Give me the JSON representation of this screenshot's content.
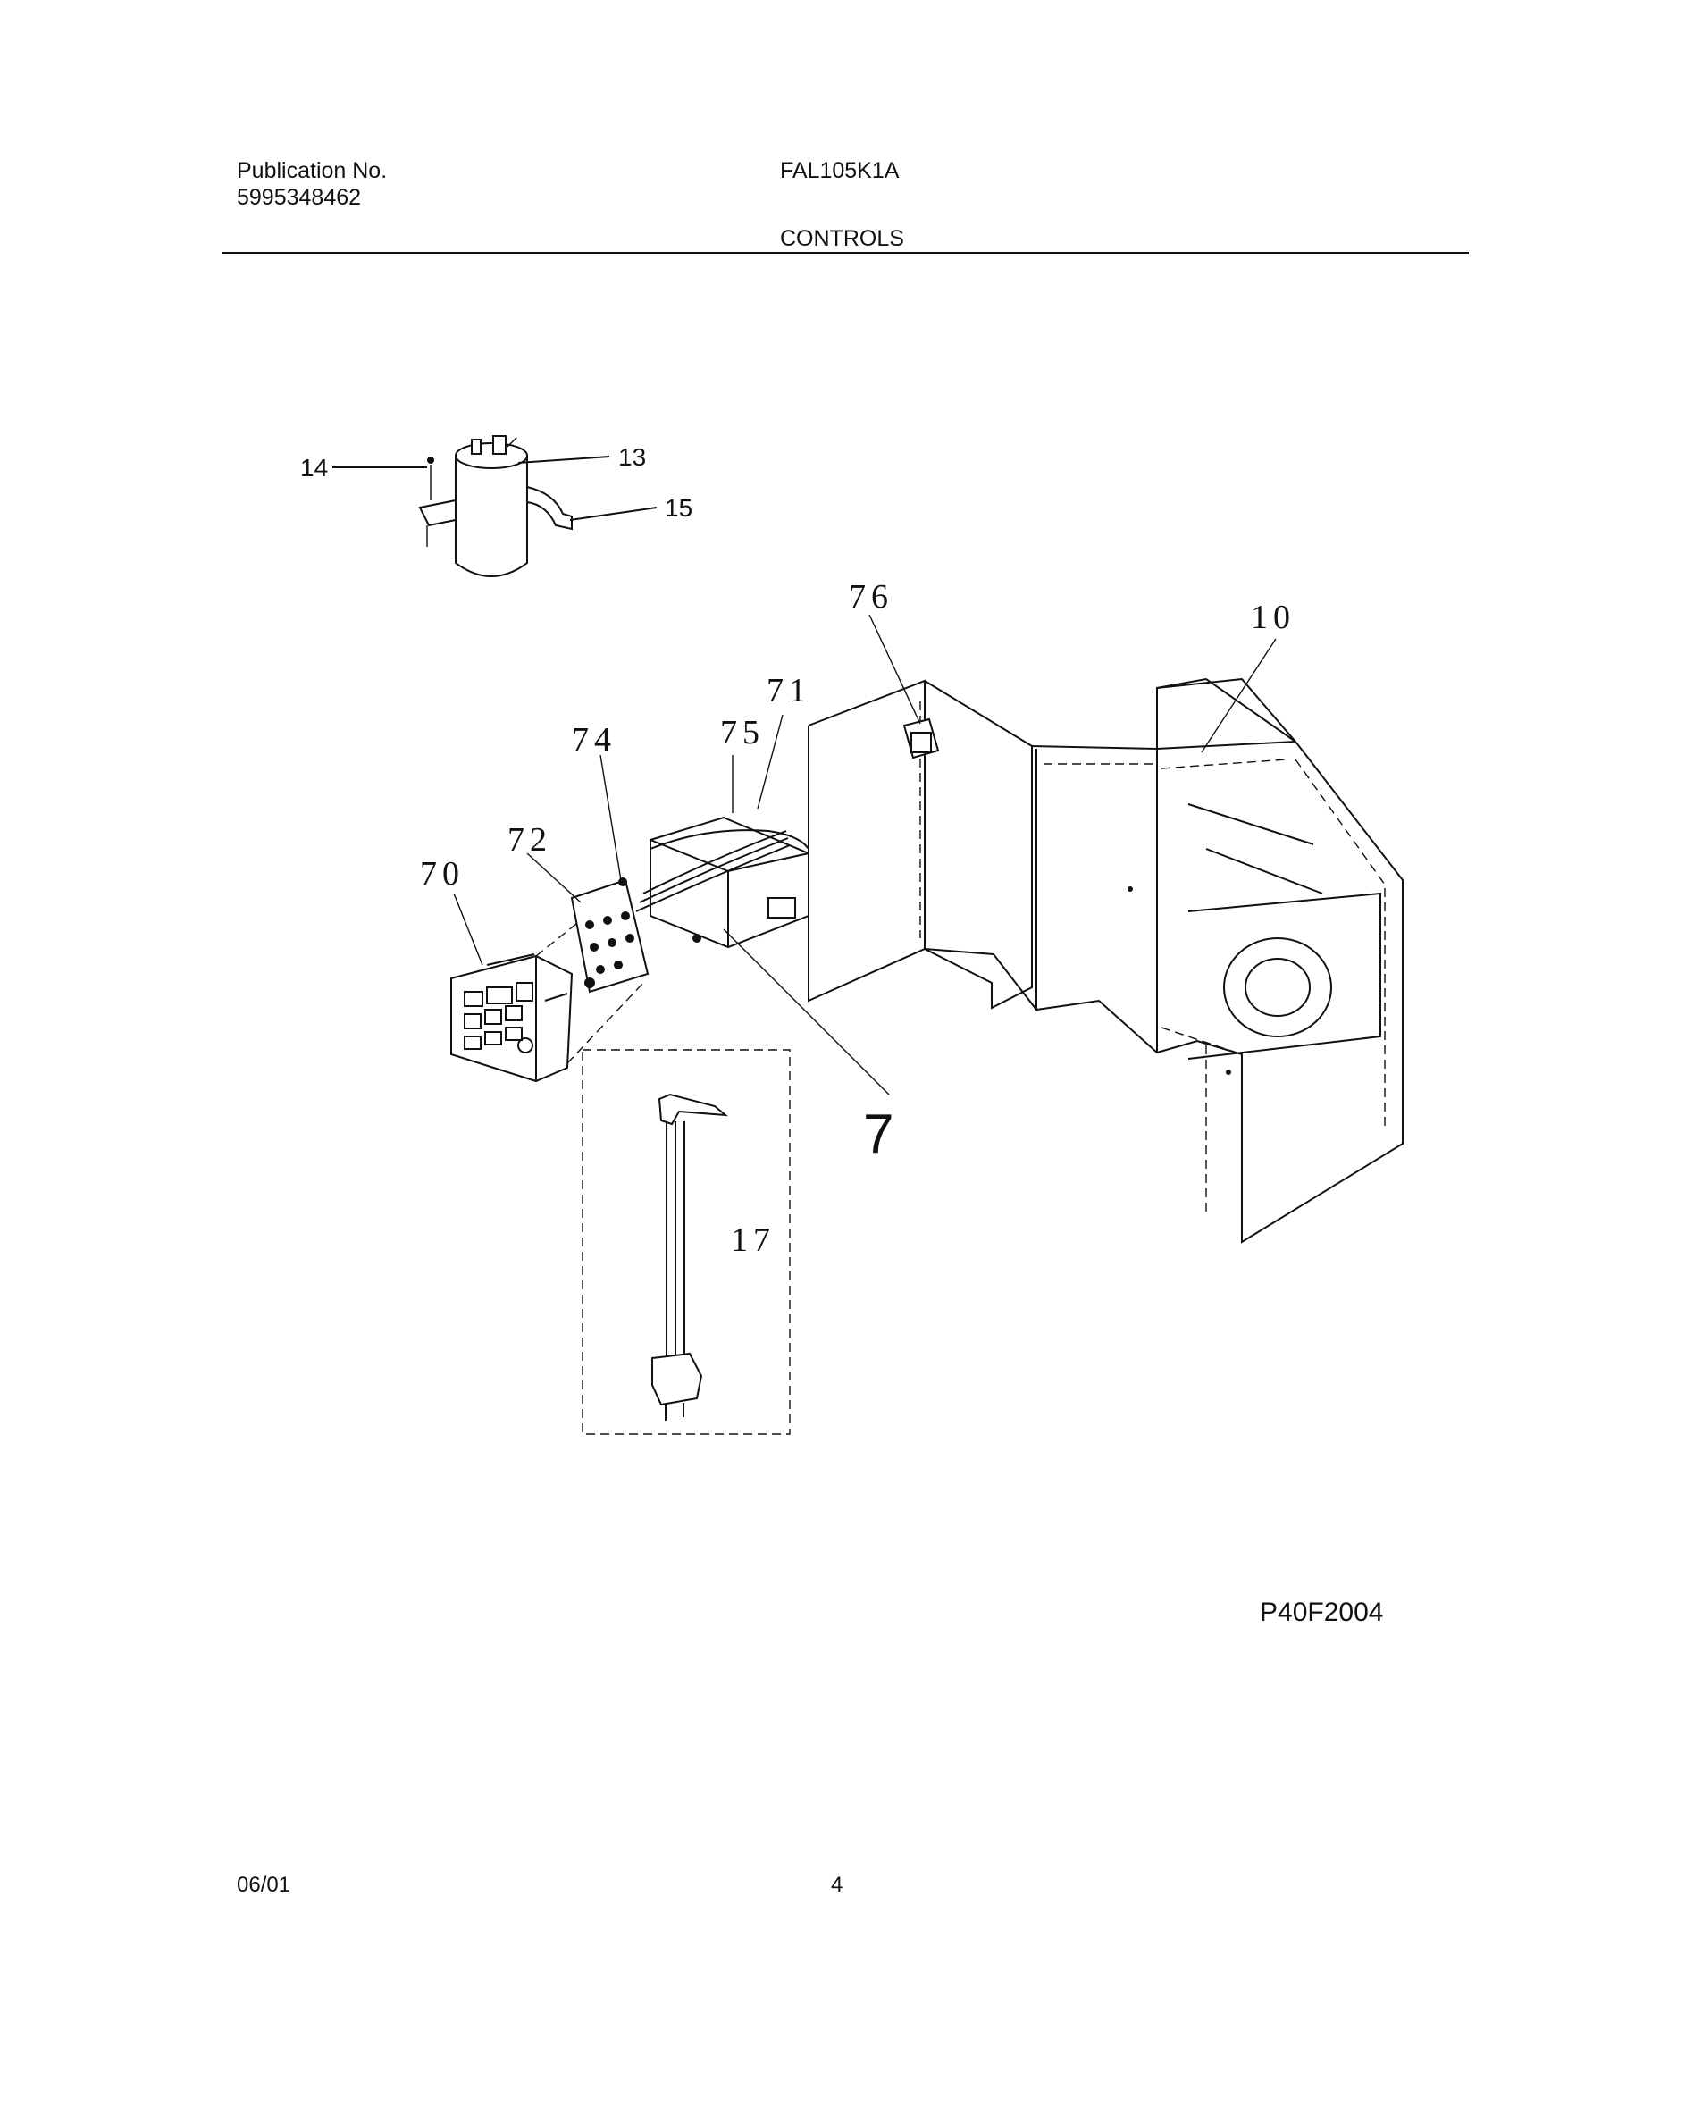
{
  "header": {
    "publication_label": "Publication No.",
    "publication_number": "5995348462",
    "model": "FAL105K1A",
    "section_title": "CONTROLS"
  },
  "callouts": {
    "c13": "13",
    "c14": "14",
    "c15": "15",
    "c76": "76",
    "c10": "10",
    "c71": "71",
    "c75": "75",
    "c74": "74",
    "c72": "72",
    "c70": "70",
    "c7": "7",
    "c17": "17"
  },
  "diagram_code": "P40F2004",
  "footer": {
    "date": "06/01",
    "page": "4"
  }
}
